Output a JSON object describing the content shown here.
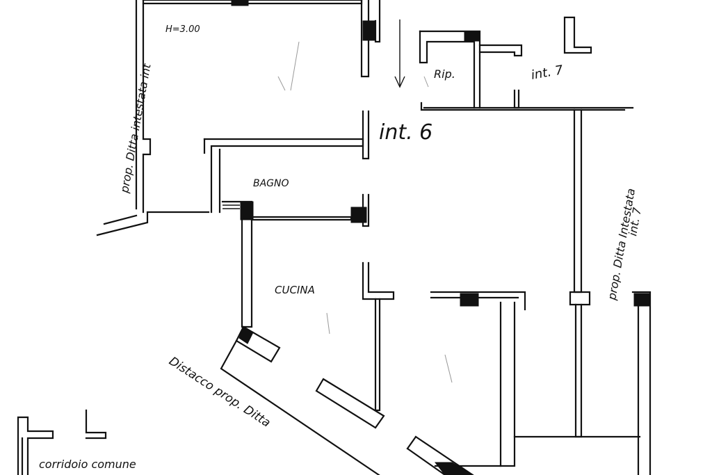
{
  "labels": {
    "height_note": "H=3.00",
    "rip": "Rip.",
    "int7_top": "int. 7",
    "int6": "int. 6",
    "bagno": "BAGNO",
    "cucina": "CUCINA",
    "distacco": "Distacco prop. Ditta",
    "corridoio": "corridoio comune",
    "prop_left": "prop. Ditta intestata int",
    "prop_right_1": "prop. Ditta Intestata",
    "prop_right_2": "int. 7"
  }
}
